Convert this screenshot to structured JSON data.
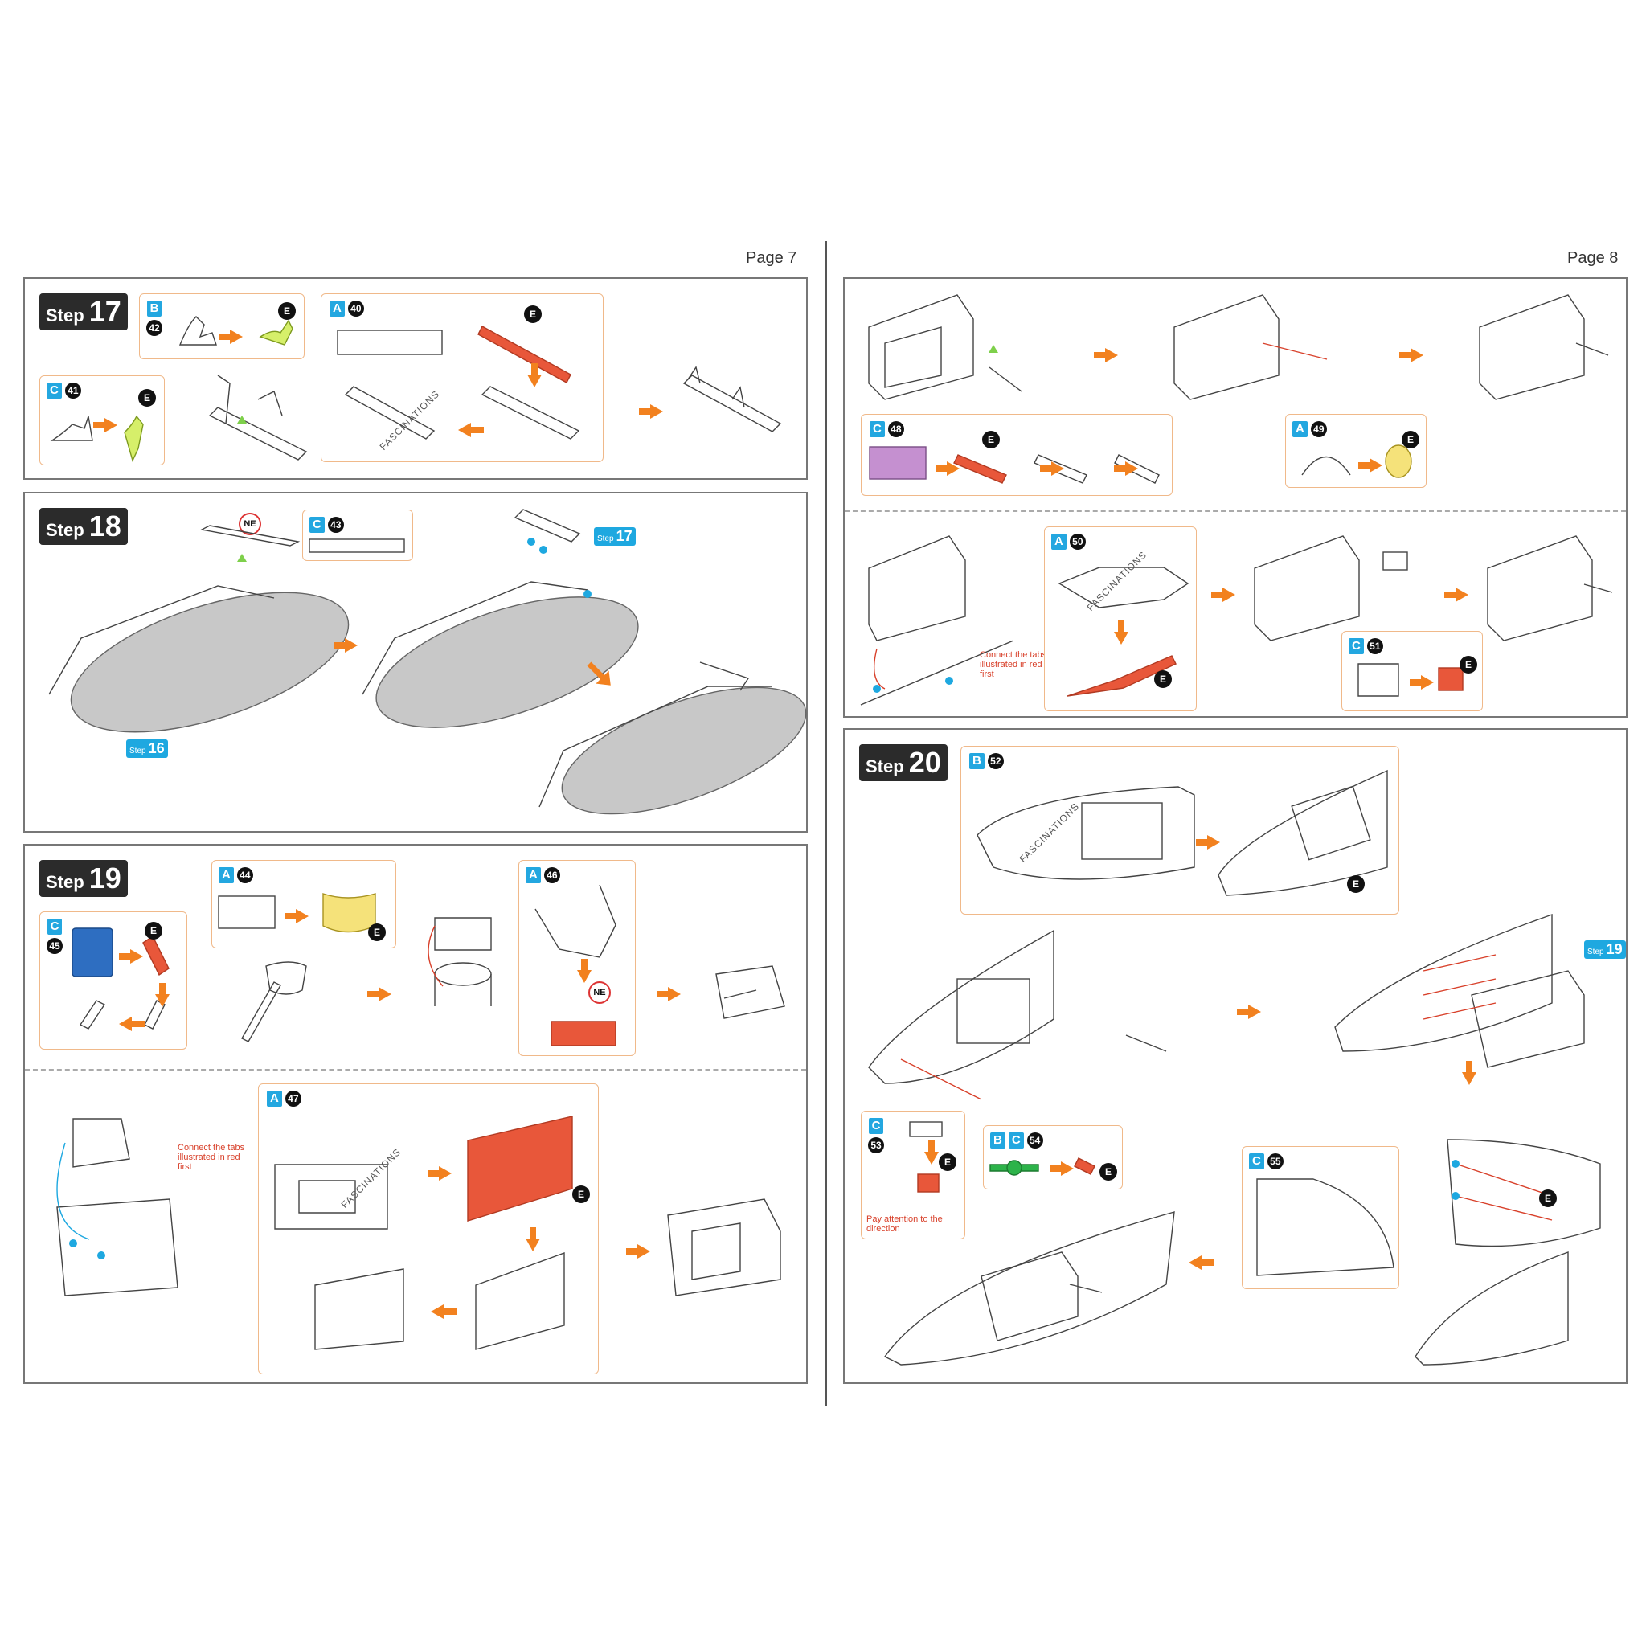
{
  "pages": {
    "left": "Page 7",
    "right": "Page 8"
  },
  "step_word": "Step",
  "steps": {
    "s17": "17",
    "s18": "18",
    "s19": "19",
    "s20": "20"
  },
  "refs": {
    "r16": "16",
    "r17": "17",
    "r19": "19"
  },
  "letters": {
    "A": "A",
    "B": "B",
    "C": "C"
  },
  "parts": {
    "p40": "40",
    "p41": "41",
    "p42": "42",
    "p43": "43",
    "p44": "44",
    "p45": "45",
    "p46": "46",
    "p47": "47",
    "p48": "48",
    "p49": "49",
    "p50": "50",
    "p51": "51",
    "p52": "52",
    "p53": "53",
    "p54": "54",
    "p55": "55"
  },
  "badges": {
    "e": "E",
    "ne": "NE"
  },
  "notes": {
    "tabs_red": "Connect the tabs illustrated in red first",
    "direction": "Pay attention to the direction"
  },
  "watermark": "FASCINATIONS",
  "colors": {
    "accent_orange": "#f2811f",
    "badge_blue": "#23a7e0",
    "part_red": "#e8573a",
    "panel_border": "#777777"
  }
}
